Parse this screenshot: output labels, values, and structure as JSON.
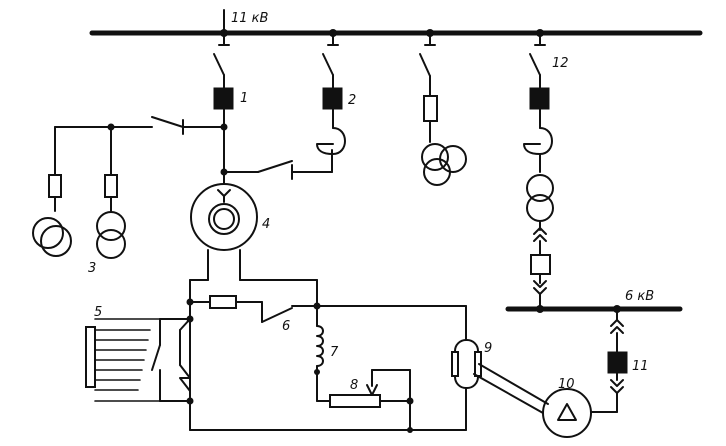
{
  "bus_labels": {
    "hv": "11 кВ",
    "lv": "6 кВ"
  },
  "labels": {
    "l1": "1",
    "l2": "2",
    "l3": "3",
    "l4": "4",
    "l5": "5",
    "l6": "6",
    "l7": "7",
    "l8": "8",
    "l9": "9",
    "l10": "10",
    "l11": "11",
    "l12": "12"
  }
}
